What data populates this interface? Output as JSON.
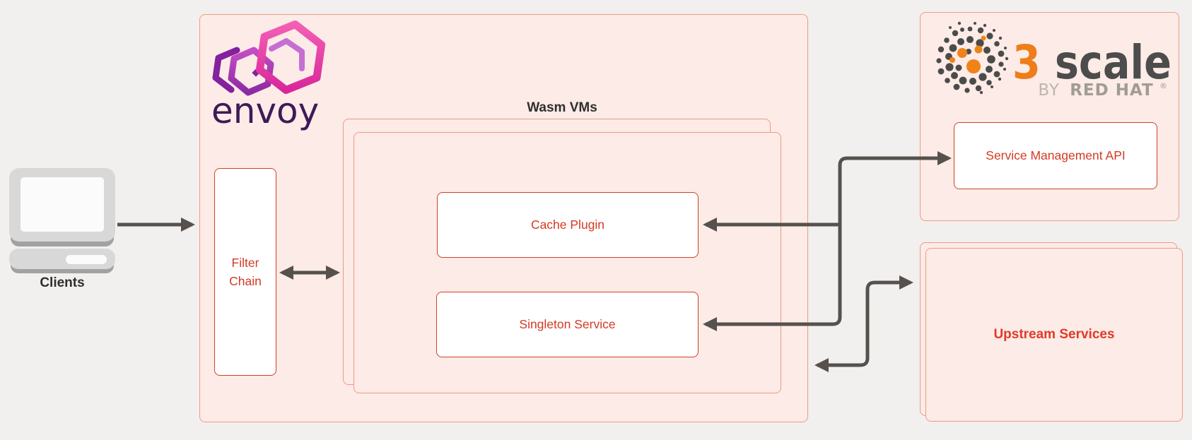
{
  "labels": {
    "clients": "Clients",
    "envoy_wordmark": "envoy",
    "wasm_vms": "Wasm VMs",
    "filter_chain": "Filter Chain",
    "cache_plugin": "Cache Plugin",
    "singleton_service": "Singleton Service",
    "service_management_api": "Service Management API",
    "upstream_services": "Upstream Services"
  },
  "threescale_logo": {
    "three": "3",
    "scale": "scale",
    "by": "BY",
    "red_hat": "RED HAT",
    "registered": "®"
  },
  "icons": {
    "clients": "laptop-icon",
    "envoy": "envoy-hexagons-logo",
    "threescale": "threescale-dot-sphere-logo"
  },
  "connectors": [
    {
      "from": "clients",
      "to": "envoy-proxy",
      "arrows": "one-way"
    },
    {
      "from": "filter-chain",
      "to": "wasm-vms",
      "arrows": "two-way"
    },
    {
      "from": "wasm-vms-trunk",
      "to": "service-management-api",
      "arrows": "into-service-management-api"
    },
    {
      "from": "wasm-vms-trunk",
      "to": "cache-plugin",
      "arrows": "into-cache-plugin"
    },
    {
      "from": "wasm-vms-trunk",
      "to": "singleton-service",
      "arrows": "into-singleton-service"
    },
    {
      "from": "envoy-proxy",
      "to": "upstream-services",
      "arrows": "two-way"
    }
  ],
  "colors": {
    "page_background": "#f1f0ef",
    "panel_fill": "#fcebe6",
    "panel_border": "#f09a85",
    "node_border": "#d04127",
    "node_text": "#d33a25",
    "upstream_text": "#e03a29",
    "caption_text": "#2f2f2f",
    "arrow": "#56514d",
    "laptop_gray": "#d9d8d8",
    "laptop_shadow": "#a3a2a2",
    "envoy_purple": "#3e1a58",
    "envoy_pink": "#e9379f",
    "threescale_orange": "#ee7d1a",
    "threescale_gray": "#4c4c4c",
    "redhat_gray": "#a19b95"
  }
}
